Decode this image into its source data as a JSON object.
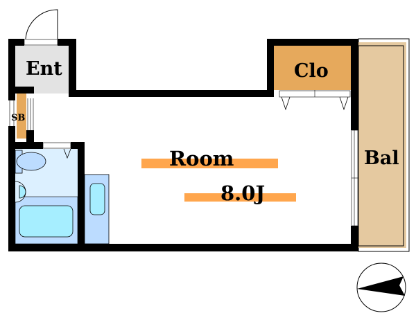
{
  "rooms": {
    "entrance": "Ent",
    "shoe_box": "SB",
    "closet": "Clo",
    "balcony": "Bal",
    "room": "Room",
    "room_size": "8.0J"
  },
  "colors": {
    "wall": "#000000",
    "entrance": "#e3e3e3",
    "closet": "#e6a95c",
    "balcony": "#e5c9a0",
    "label_bar": "#ffa64d",
    "bath_light": "#dcf0ff",
    "bath_dark": "#bcdcff",
    "fixture": "#a6eeff"
  }
}
